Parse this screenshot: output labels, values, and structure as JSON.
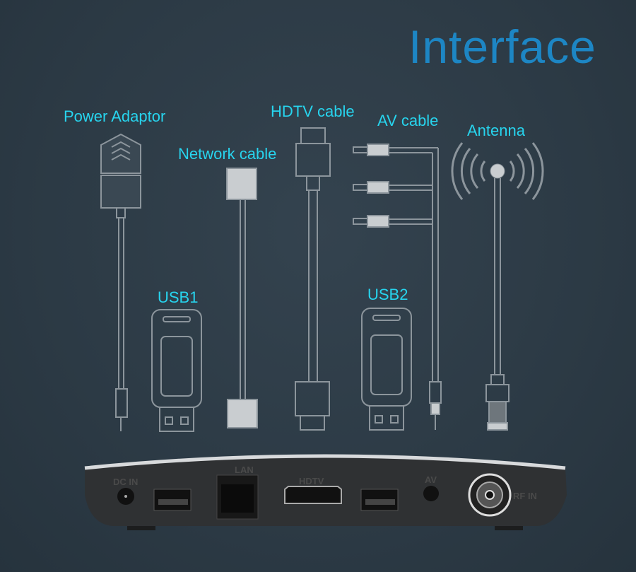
{
  "title": "Interface",
  "accent_color": "#27d4ee",
  "title_color": "#1d86c4",
  "labels": {
    "power": "Power Adaptor",
    "network": "Network cable",
    "hdtv": "HDTV cable",
    "av": "AV cable",
    "antenna": "Antenna",
    "usb1": "USB1",
    "usb2": "USB2"
  },
  "ports": {
    "dc": "DC IN",
    "lan": "LAN",
    "hdtv": "HDTV",
    "av": "AV",
    "rf": "RF IN"
  }
}
